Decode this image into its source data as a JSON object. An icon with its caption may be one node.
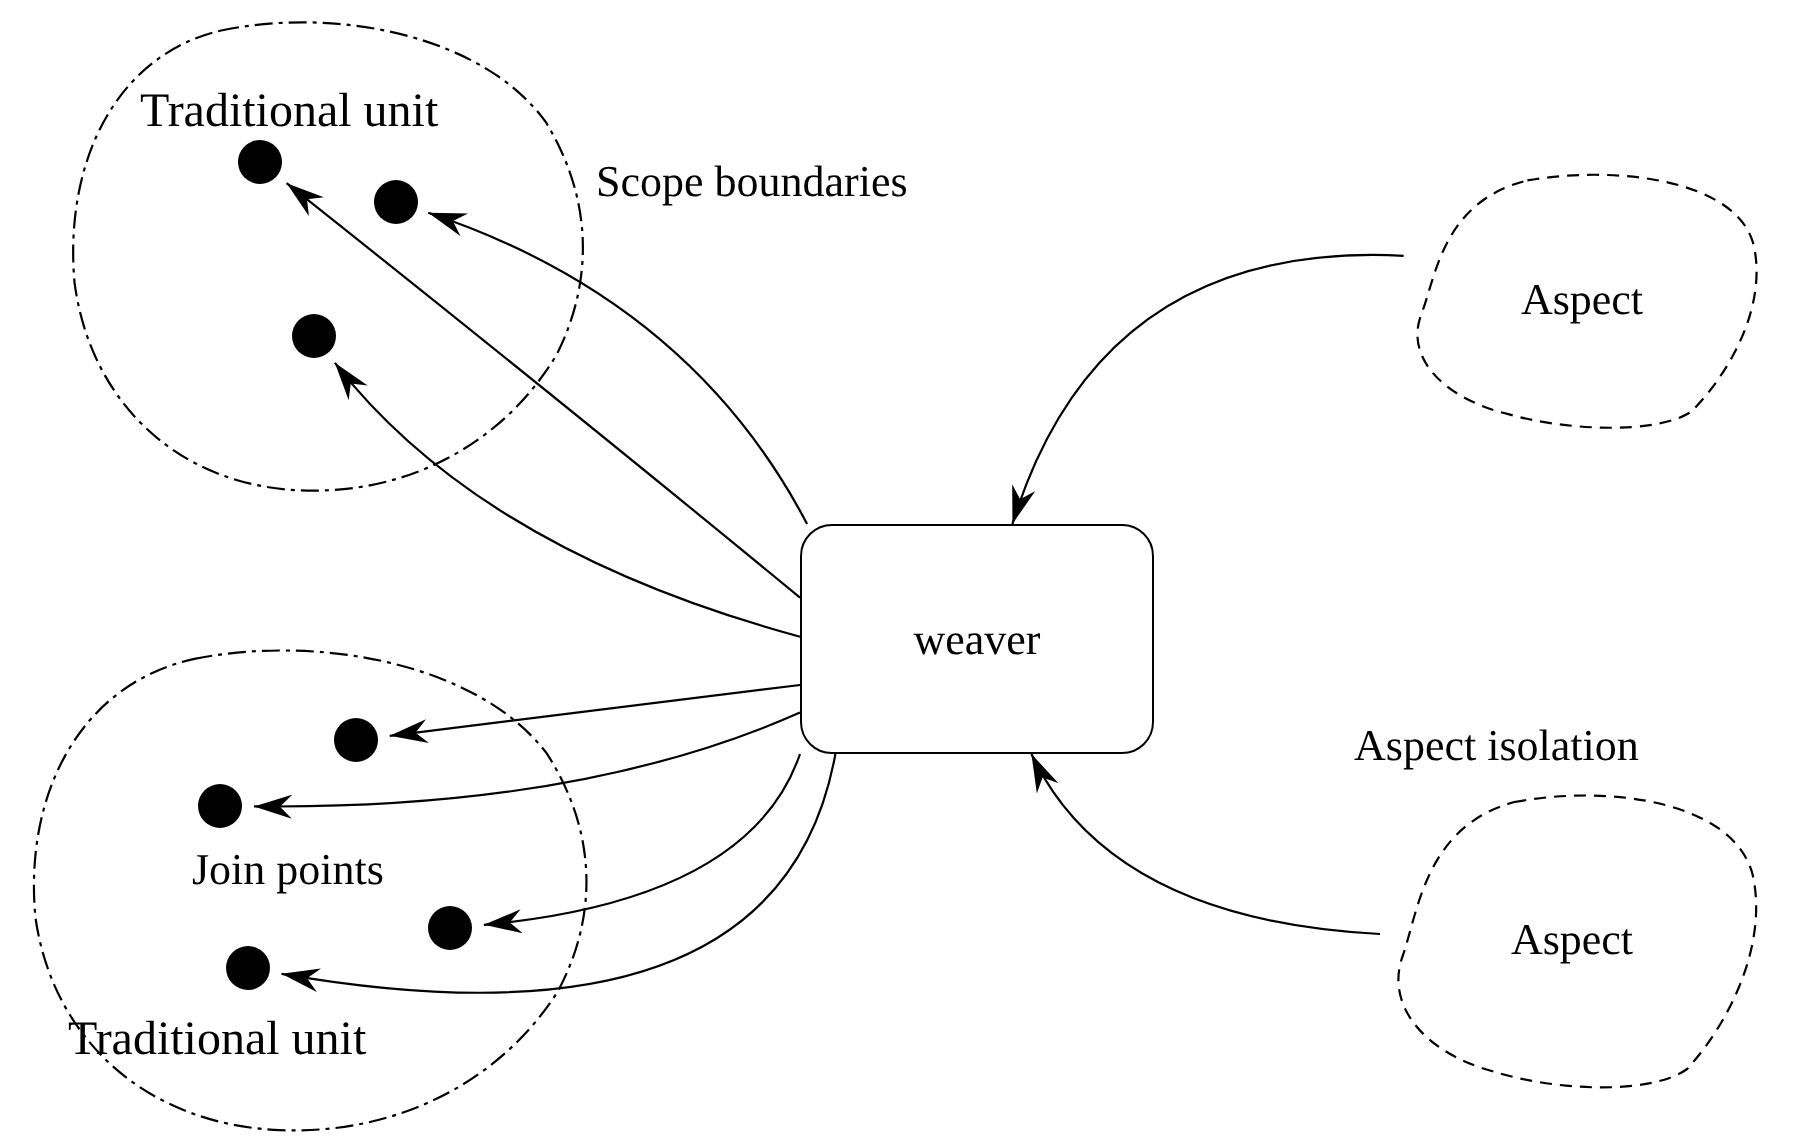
{
  "diagram": {
    "nodes": [
      {
        "text": [
          "Traditional unit"
        ]
      },
      {
        "text": [],
        "shape": "circle",
        "in": 0
      },
      {
        "text": [],
        "shape": "circle",
        "in": 0
      },
      {
        "text": [],
        "shape": "circle",
        "in": 0
      },
      {
        "text": [
          "Traditional unit"
        ]
      },
      {
        "text": [],
        "shape": "circle",
        "in": 4
      },
      {
        "text": [],
        "shape": "circle",
        "in": 4
      },
      {
        "text": [],
        "shape": "circle",
        "in": 4
      },
      {
        "text": [],
        "shape": "circle",
        "in": 4
      },
      {
        "text": [
          "weaver"
        ]
      },
      {
        "text": [
          "Aspect"
        ]
      },
      {
        "text": [
          "Aspect"
        ]
      }
    ],
    "edges": [
      {
        "from": 9,
        "to": 1,
        "arrow": "to"
      },
      {
        "from": 9,
        "to": 2,
        "arrow": "to"
      },
      {
        "from": 9,
        "to": 3,
        "arrow": "to"
      },
      {
        "from": 9,
        "to": 5,
        "arrow": "to"
      },
      {
        "from": 9,
        "to": 6,
        "arrow": "to"
      },
      {
        "from": 9,
        "to": 7,
        "arrow": "to"
      },
      {
        "from": 9,
        "to": 8,
        "arrow": "to"
      },
      {
        "from": 10,
        "to": 9,
        "arrow": "to"
      },
      {
        "from": 11,
        "to": 9,
        "arrow": "to"
      }
    ],
    "labels": [
      "Scope boundaries",
      "Aspect isolation",
      "Join points"
    ]
  }
}
